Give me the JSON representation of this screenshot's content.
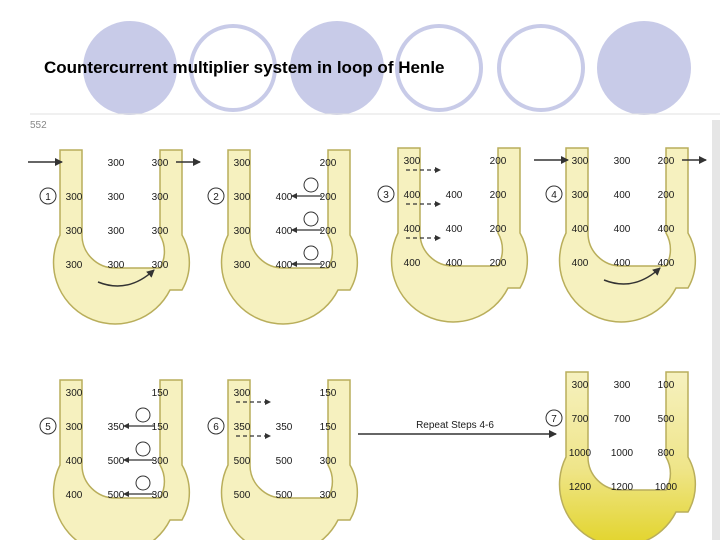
{
  "slide": {
    "title": "Countercurrent multiplier system in loop of Henle",
    "colors": {
      "circles": "#c8cbe8",
      "tube_fill": "#f6f1bf",
      "tube_stroke": "#b9ae5b",
      "tube_final_bottom": "#e2d42a",
      "arrow": "#333333",
      "text": "#1a1a1a"
    }
  },
  "diagram": {
    "step_arrow_label": "Repeat Steps 4-6",
    "steps": [
      {
        "number": "1",
        "values": {
          "top_left": "",
          "top_mid": "300",
          "top_right": "300",
          "row1": [
            "300",
            "300",
            "300"
          ],
          "row2": [
            "300",
            "300",
            "300"
          ],
          "row3": [
            "300",
            "300",
            "300"
          ]
        },
        "inflow": true,
        "outflow": true,
        "flow_arrow": true
      },
      {
        "number": "2",
        "values": {
          "top_left": "300",
          "top_mid": "",
          "top_right": "200",
          "row1": [
            "300",
            "400",
            "200"
          ],
          "row2": [
            "300",
            "400",
            "200"
          ],
          "row3": [
            "300",
            "400",
            "200"
          ]
        },
        "pumps": 3
      },
      {
        "number": "3",
        "values": {
          "top_left": "300",
          "top_mid": "",
          "top_right": "200",
          "row1": [
            "400",
            "400",
            "200"
          ],
          "row2": [
            "400",
            "400",
            "200"
          ],
          "row3": [
            "400",
            "400",
            "200"
          ]
        },
        "dashed_arrows": 3
      },
      {
        "number": "4",
        "values": {
          "top_left": "300",
          "top_mid": "300",
          "top_right": "200",
          "row1": [
            "300",
            "400",
            "200"
          ],
          "row2": [
            "400",
            "400",
            "400"
          ],
          "row3": [
            "400",
            "400",
            "400"
          ]
        },
        "inflow": true,
        "outflow": true,
        "flow_arrow": true
      },
      {
        "number": "5",
        "values": {
          "top_left": "300",
          "top_mid": "",
          "top_right": "150",
          "row1": [
            "300",
            "350",
            "150"
          ],
          "row2": [
            "400",
            "500",
            "300"
          ],
          "row3": [
            "400",
            "500",
            "300"
          ]
        },
        "pumps": 3
      },
      {
        "number": "6",
        "values": {
          "top_left": "300",
          "top_mid": "",
          "top_right": "150",
          "row1": [
            "350",
            "350",
            "150"
          ],
          "row2": [
            "500",
            "500",
            "300"
          ],
          "row3": [
            "500",
            "500",
            "300"
          ]
        },
        "dashed_arrows": 2
      },
      {
        "number": "7",
        "values": {
          "top_left": "300",
          "top_mid": "300",
          "top_right": "100",
          "row1": [
            "700",
            "700",
            "500"
          ],
          "row2": [
            "1000",
            "1000",
            "800"
          ],
          "row3": [
            "1200",
            "1200",
            "1000"
          ]
        },
        "gradient": true
      }
    ]
  }
}
